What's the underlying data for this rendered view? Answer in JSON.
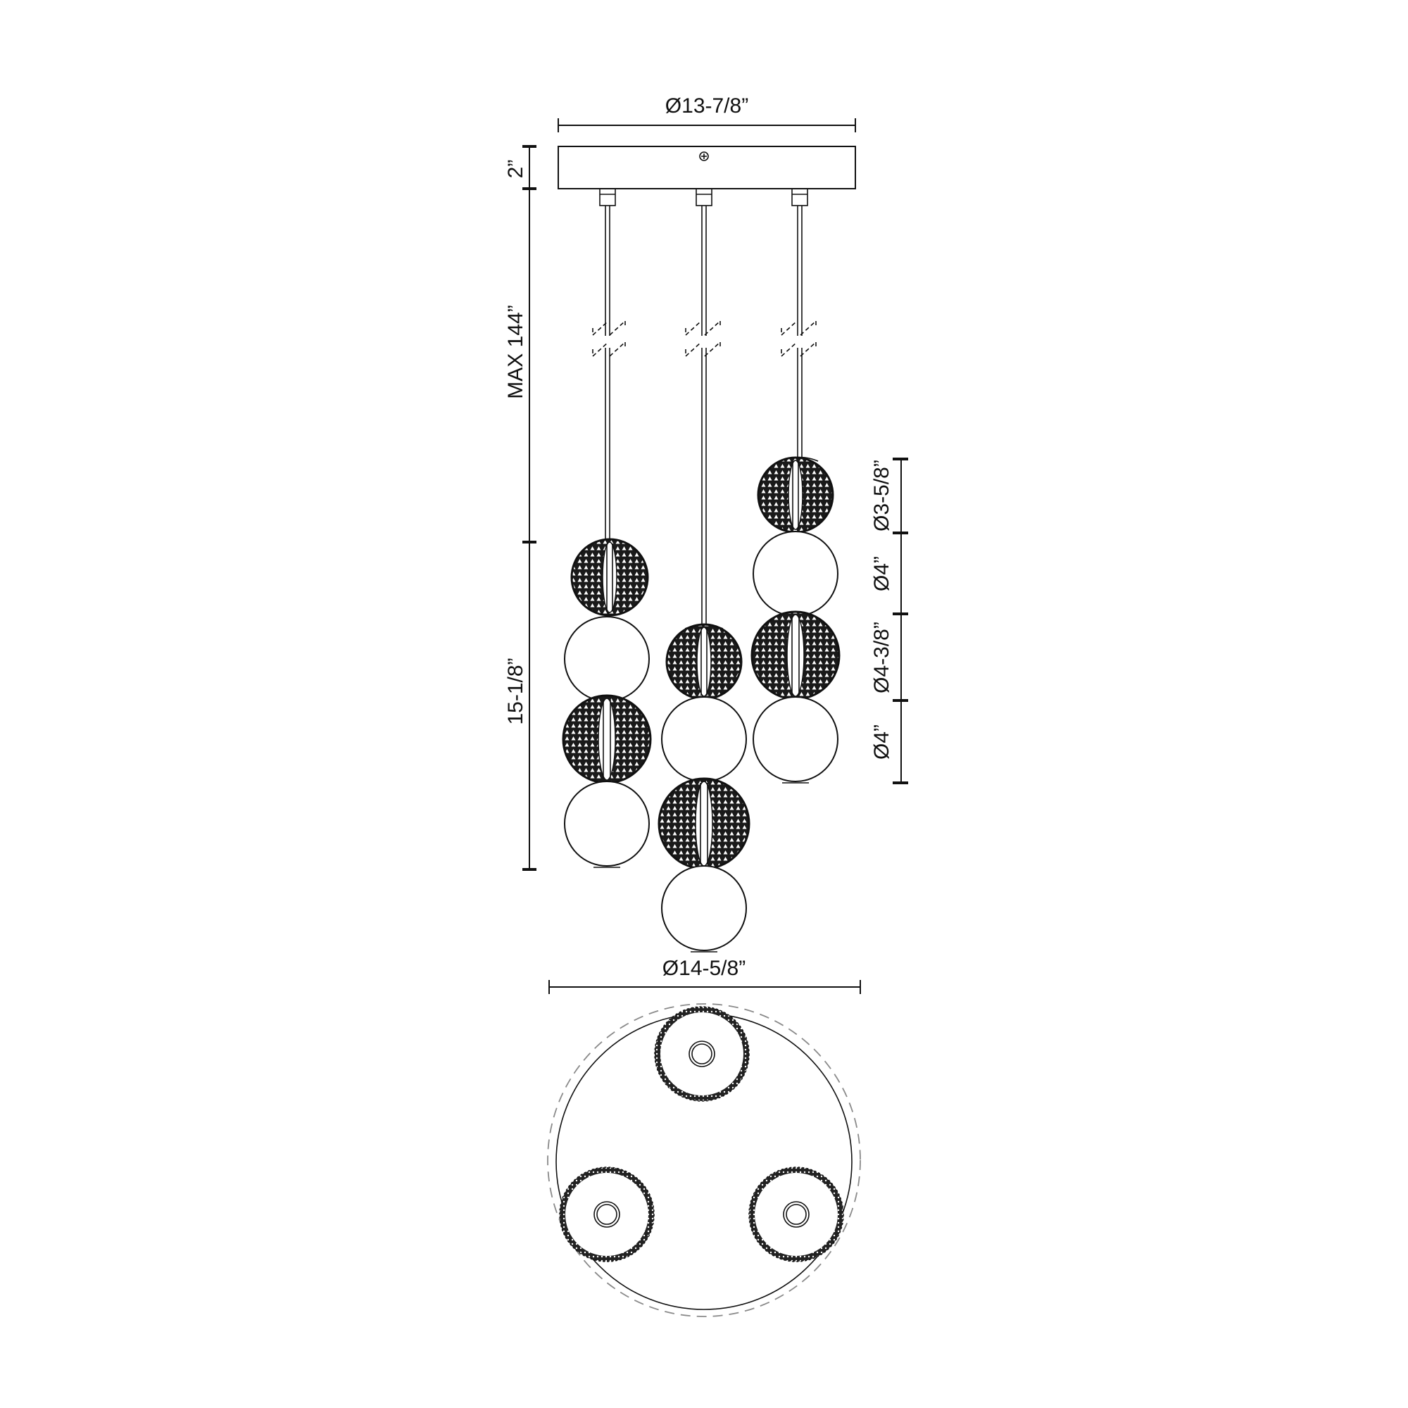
{
  "drawing": {
    "title": "3-light multi-pendant dimension drawing",
    "colors": {
      "line": "#111111",
      "hidden_line": "#8a8a8a",
      "background": "#ffffff"
    }
  },
  "dimensions": {
    "canopy_diameter": "Ø13-7/8”",
    "canopy_height": "2”",
    "max_cable_length": "MAX 144”",
    "fixture_height": "15-1/8”",
    "overall_diameter": "Ø14-5/8”",
    "globe_stack": [
      {
        "label": "Ø3-5/8”",
        "type": "mesh"
      },
      {
        "label": "Ø4”",
        "type": "plain"
      },
      {
        "label": "Ø4-3/8”",
        "type": "mesh"
      },
      {
        "label": "Ø4”",
        "type": "plain"
      }
    ]
  },
  "elevation": {
    "pendants": [
      {
        "name": "left",
        "globes": [
          "mesh",
          "plain",
          "mesh",
          "plain"
        ]
      },
      {
        "name": "center",
        "globes": [
          "mesh",
          "plain",
          "mesh",
          "plain"
        ]
      },
      {
        "name": "right",
        "globes": [
          "mesh",
          "plain",
          "mesh",
          "plain"
        ]
      }
    ]
  },
  "plan_view": {
    "pendant_count": 3
  }
}
